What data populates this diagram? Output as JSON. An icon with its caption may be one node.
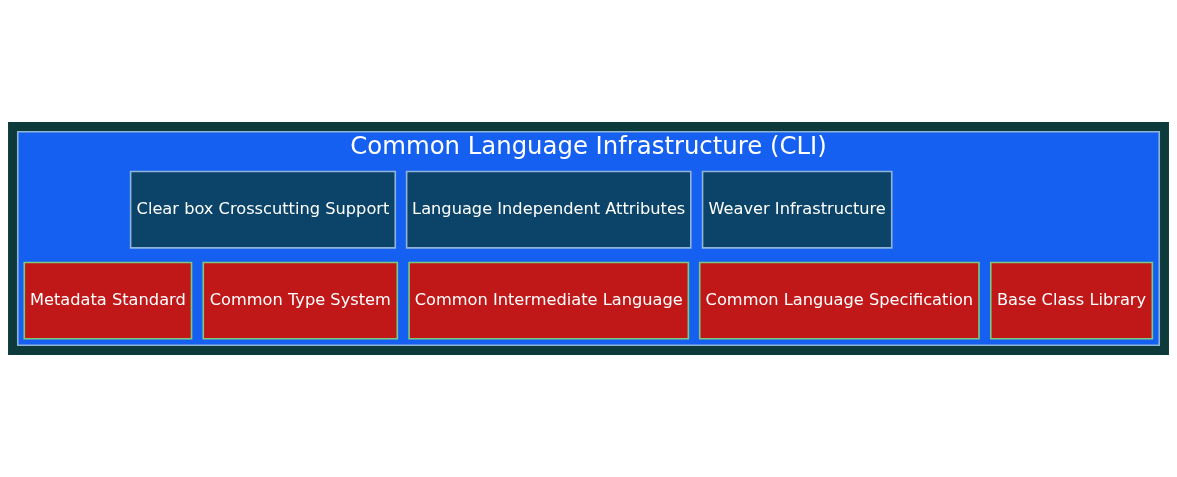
{
  "diagram": {
    "nodes": [
      {
        "text": [
          "Common Language Infrastructure (CLI)"
        ]
      },
      {
        "text": [
          "Clear box Crosscutting Support"
        ],
        "in": 0
      },
      {
        "text": [
          "Language Independent Attributes"
        ],
        "in": 0
      },
      {
        "text": [
          "Weaver Infrastructure"
        ],
        "in": 0
      },
      {
        "text": [
          "Metadata Standard"
        ],
        "in": 0
      },
      {
        "text": [
          "Common Type System"
        ],
        "in": 0
      },
      {
        "text": [
          "Common Intermediate Language"
        ],
        "in": 0
      },
      {
        "text": [
          "Common Language Specification"
        ],
        "in": 0
      },
      {
        "text": [
          "Base Class Library"
        ],
        "in": 0
      }
    ],
    "edges": []
  }
}
